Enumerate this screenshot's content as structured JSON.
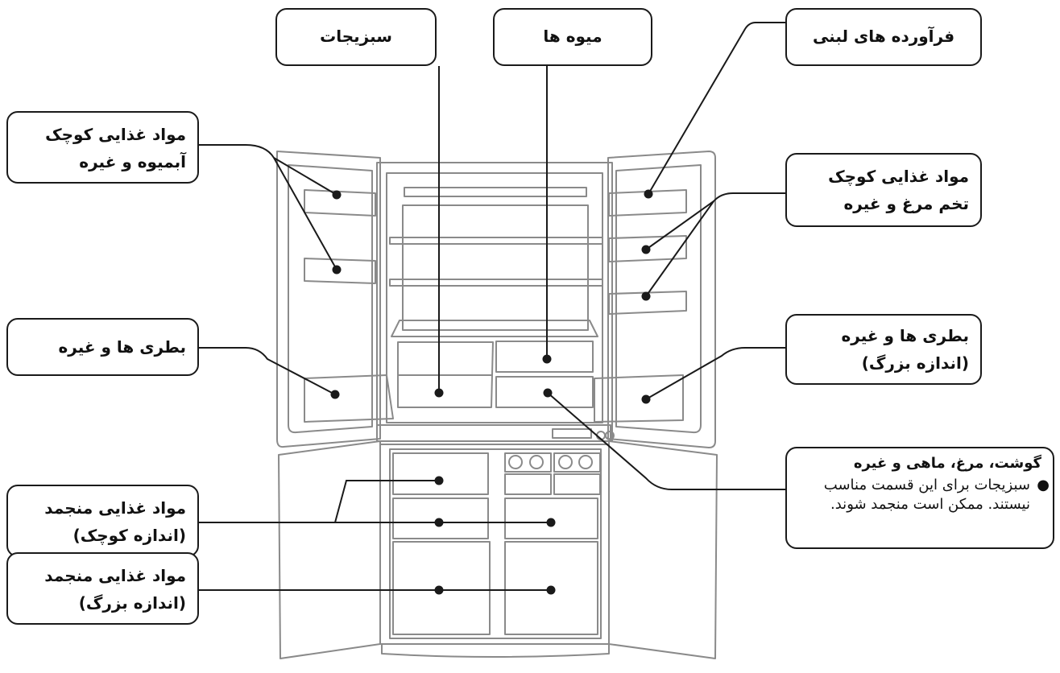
{
  "labels": {
    "vegetables": "سبزیجات",
    "fruits": "میوه ها",
    "dairy": "فرآورده های لبنی",
    "small_food_juice": [
      "مواد غذایی کوچک",
      "آبمیوه و غیره"
    ],
    "small_food_eggs": [
      "مواد غذایی کوچک",
      "تخم مرغ و غیره"
    ],
    "bottles_left": "بطری ها و غیره",
    "bottles_large": [
      "بطری ها و غیره",
      "(اندازه بزرگ)"
    ],
    "meat": {
      "title": "گوشت، مرغ، ماهی و غیره",
      "note": "سبزیجات برای این قسمت مناسب نیستند. ممکن است منجمد شوند."
    },
    "frozen_small": [
      "مواد غذایی منجمد",
      "(اندازه کوچک)"
    ],
    "frozen_large": [
      "مواد غذایی منجمد",
      "(اندازه بزرگ)"
    ]
  },
  "colors": {
    "outline": "#1a1a1a",
    "fridge_line": "#8a8a8a",
    "background": "#ffffff"
  }
}
